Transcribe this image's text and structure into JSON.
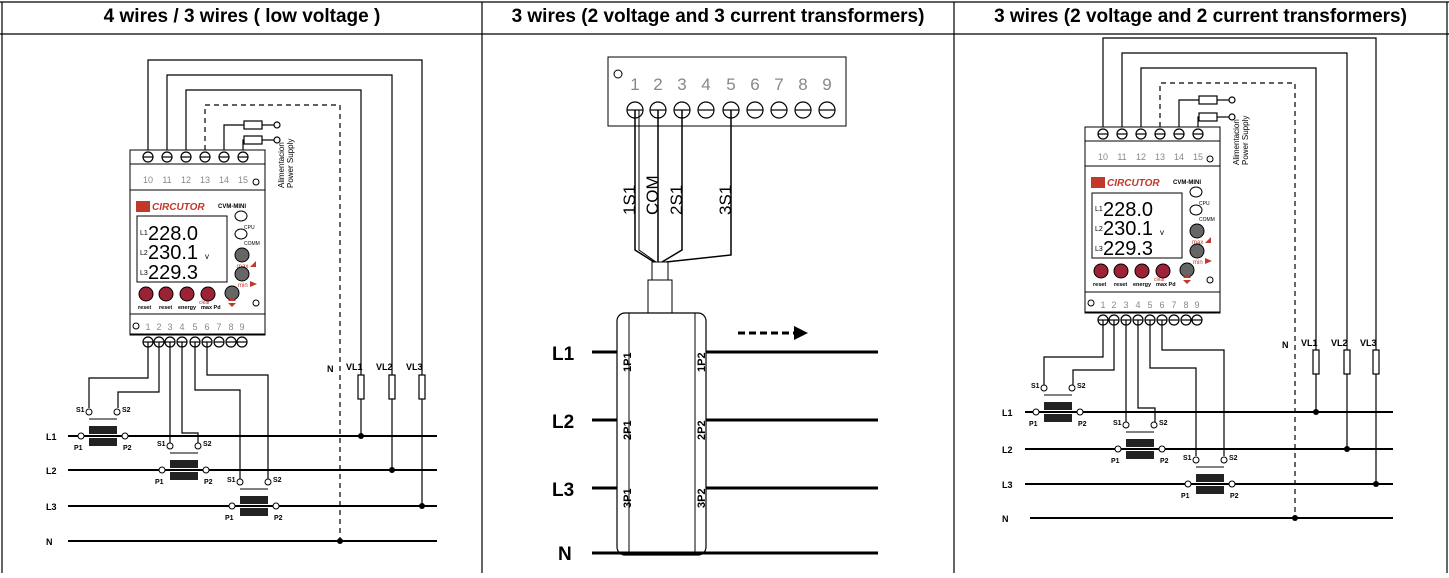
{
  "headers": {
    "col1": "4 wires  / 3 wires ( low voltage )",
    "col2": "3 wires (2 voltage and 3 current transformers)",
    "col3": "3 wires (2 voltage and 2 current transformers)"
  },
  "meter": {
    "brand": "CIRCUTOR",
    "model": "CVM-MINI",
    "top_terminals": [
      "10",
      "11",
      "12",
      "13",
      "14",
      "15"
    ],
    "bottom_terminals": [
      "1",
      "2",
      "3",
      "4",
      "5",
      "6",
      "7",
      "8",
      "9"
    ],
    "display": [
      "228.0",
      "230.1",
      "229.3"
    ],
    "display_unit": "v",
    "row_labels": [
      "L1",
      "L2",
      "L3"
    ],
    "side_buttons": [
      "CPU",
      "COMM",
      "max",
      "min"
    ],
    "bottom_buttons": [
      "reset",
      "reset",
      "energy",
      "max Pd"
    ],
    "clear_label": "clear",
    "supply_label_1": "Alimentacion",
    "supply_label_2": "Power Supply"
  },
  "lines": [
    "L1",
    "L2",
    "L3",
    "N"
  ],
  "vl_labels": [
    "VL1",
    "VL2",
    "VL3"
  ],
  "ct_labels": {
    "s1": "S1",
    "s2": "S2",
    "p1": "P1",
    "p2": "P2"
  },
  "middle": {
    "terminals": [
      "1",
      "2",
      "3",
      "4",
      "5",
      "6",
      "7",
      "8",
      "9"
    ],
    "cable_labels": [
      "1S1",
      "COM",
      "2S1",
      "3S1"
    ],
    "p1_labels": [
      "1P1",
      "2P1",
      "3P1"
    ],
    "p2_labels": [
      "1P2",
      "2P2",
      "3P2"
    ]
  }
}
